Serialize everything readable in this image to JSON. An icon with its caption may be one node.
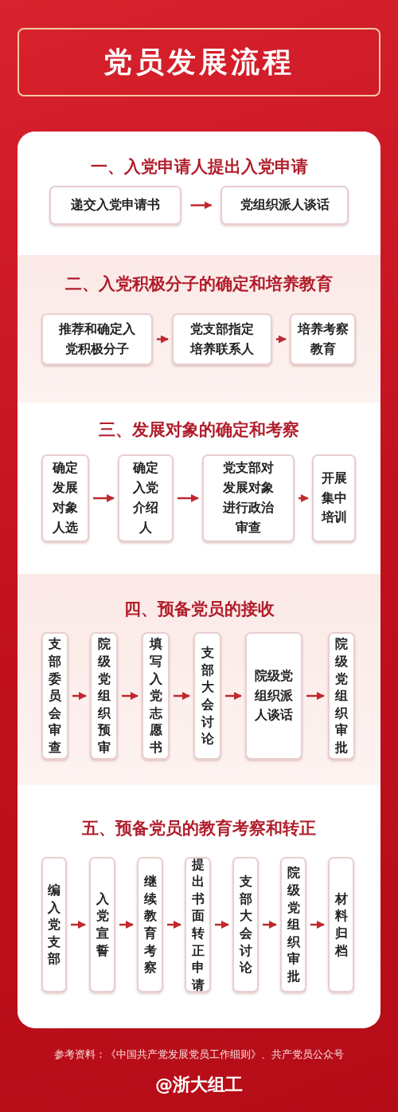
{
  "diagram": {
    "title": "党员发展流程",
    "nodes": [
      {
        "text": [
          "一、入党申请人提出入党申请"
        ]
      },
      {
        "text": [
          "递交入党申请书"
        ],
        "in": 0
      },
      {
        "text": [
          "党组织派人谈话"
        ],
        "in": 0
      },
      {
        "text": [
          "二、入党积极分子的确定和培养教育"
        ]
      },
      {
        "text": [
          "推荐和确定入党积极分子"
        ],
        "in": 3
      },
      {
        "text": [
          "党支部指定培养联系人"
        ],
        "in": 3
      },
      {
        "text": [
          "培养考察教育"
        ],
        "in": 3
      },
      {
        "text": [
          "三、发展对象的确定和考察"
        ]
      },
      {
        "text": [
          "确定发展对象人选"
        ],
        "in": 7
      },
      {
        "text": [
          "确定入党介绍人"
        ],
        "in": 7
      },
      {
        "text": [
          "党支部对发展对象进行政治审查"
        ],
        "in": 7
      },
      {
        "text": [
          "开展集中培训"
        ],
        "in": 7
      },
      {
        "text": [
          "四、预备党员的接收"
        ]
      },
      {
        "text": [
          "支部委员会审查"
        ],
        "in": 12
      },
      {
        "text": [
          "院级党组织预审"
        ],
        "in": 12
      },
      {
        "text": [
          "填写入党志愿书"
        ],
        "in": 12
      },
      {
        "text": [
          "支部大会讨论"
        ],
        "in": 12
      },
      {
        "text": [
          "院级党组织派人谈话"
        ],
        "in": 12
      },
      {
        "text": [
          "院级党组织审批"
        ],
        "in": 12
      },
      {
        "text": [
          "五、预备党员的教育考察和转正"
        ]
      },
      {
        "text": [
          "编入党支部"
        ],
        "in": 19
      },
      {
        "text": [
          "入党宣誓"
        ],
        "in": 19
      },
      {
        "text": [
          "继续教育考察"
        ],
        "in": 19
      },
      {
        "text": [
          "提出书面转正申请"
        ],
        "in": 19
      },
      {
        "text": [
          "支部大会讨论"
        ],
        "in": 19
      },
      {
        "text": [
          "院级党组织审批"
        ],
        "in": 19
      },
      {
        "text": [
          "材料归档"
        ],
        "in": 19
      }
    ],
    "edges": [
      {
        "from": 1,
        "to": 2,
        "arrow": "to"
      },
      {
        "from": 4,
        "to": 5,
        "arrow": "to"
      },
      {
        "from": 5,
        "to": 6,
        "arrow": "to"
      },
      {
        "from": 8,
        "to": 9,
        "arrow": "to"
      },
      {
        "from": 9,
        "to": 10,
        "arrow": "to"
      },
      {
        "from": 10,
        "to": 11,
        "arrow": "to"
      },
      {
        "from": 13,
        "to": 14,
        "arrow": "to"
      },
      {
        "from": 14,
        "to": 15,
        "arrow": "to"
      },
      {
        "from": 15,
        "to": 16,
        "arrow": "to"
      },
      {
        "from": 16,
        "to": 17,
        "arrow": "to"
      },
      {
        "from": 17,
        "to": 18,
        "arrow": "to"
      },
      {
        "from": 20,
        "to": 21,
        "arrow": "to"
      },
      {
        "from": 21,
        "to": 22,
        "arrow": "to"
      },
      {
        "from": 22,
        "to": 23,
        "arrow": "to"
      },
      {
        "from": 23,
        "to": 24,
        "arrow": "to"
      },
      {
        "from": 24,
        "to": 25,
        "arrow": "to"
      },
      {
        "from": 25,
        "to": 26,
        "arrow": "to"
      }
    ],
    "labels": [
      "参考资料：《中国共产党发展党员工作细则》、共产党员公众号",
      "@浙大组工"
    ]
  }
}
